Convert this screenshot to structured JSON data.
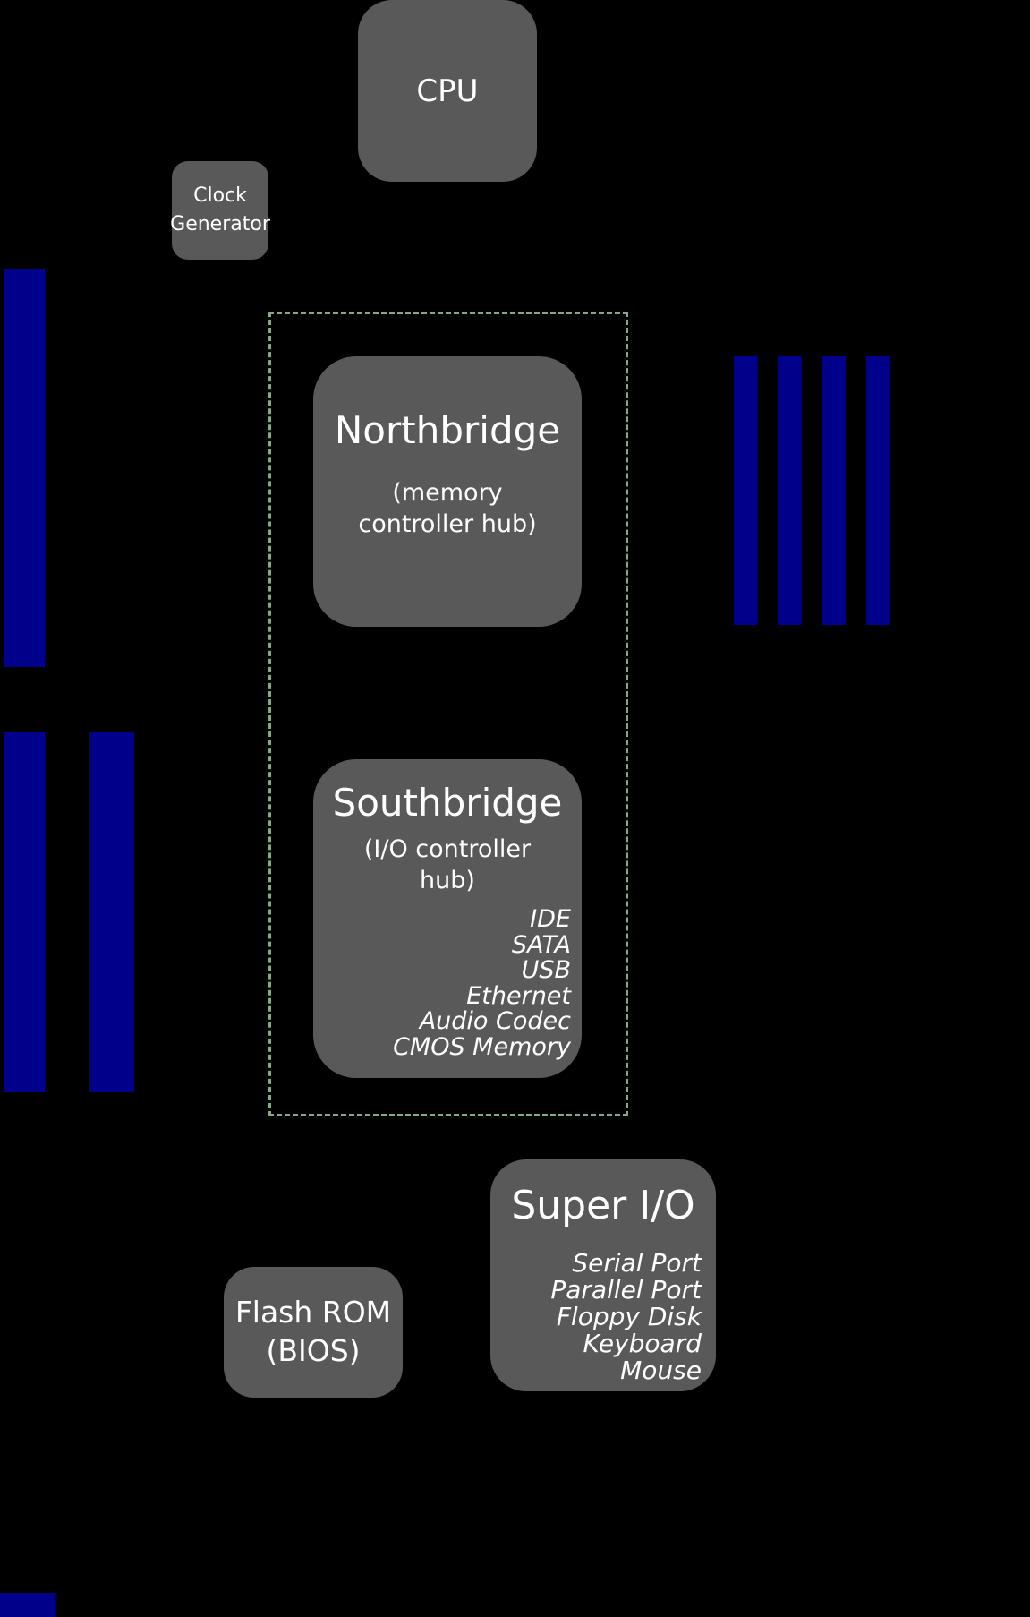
{
  "colors": {
    "background": "#000000",
    "box_fill": "#595959",
    "box_text": "#ffffff",
    "slot_fill": "#00008b",
    "chipset_border": "#84a984"
  },
  "cpu": {
    "label": "CPU"
  },
  "clock_generator": {
    "label": "Clock\nGenerator"
  },
  "chipset": {
    "northbridge": {
      "title": "Northbridge",
      "subtitle": "(memory controller hub)"
    },
    "southbridge": {
      "title": "Southbridge",
      "subtitle": "(I/O controller hub)",
      "items": [
        "IDE",
        "SATA",
        "USB",
        "Ethernet",
        "Audio Codec",
        "CMOS Memory"
      ]
    }
  },
  "super_io": {
    "title": "Super I/O",
    "items": [
      "Serial Port",
      "Parallel Port",
      "Floppy Disk",
      "Keyboard",
      "Mouse"
    ]
  },
  "flash_rom": {
    "label": "Flash ROM\n(BIOS)"
  }
}
